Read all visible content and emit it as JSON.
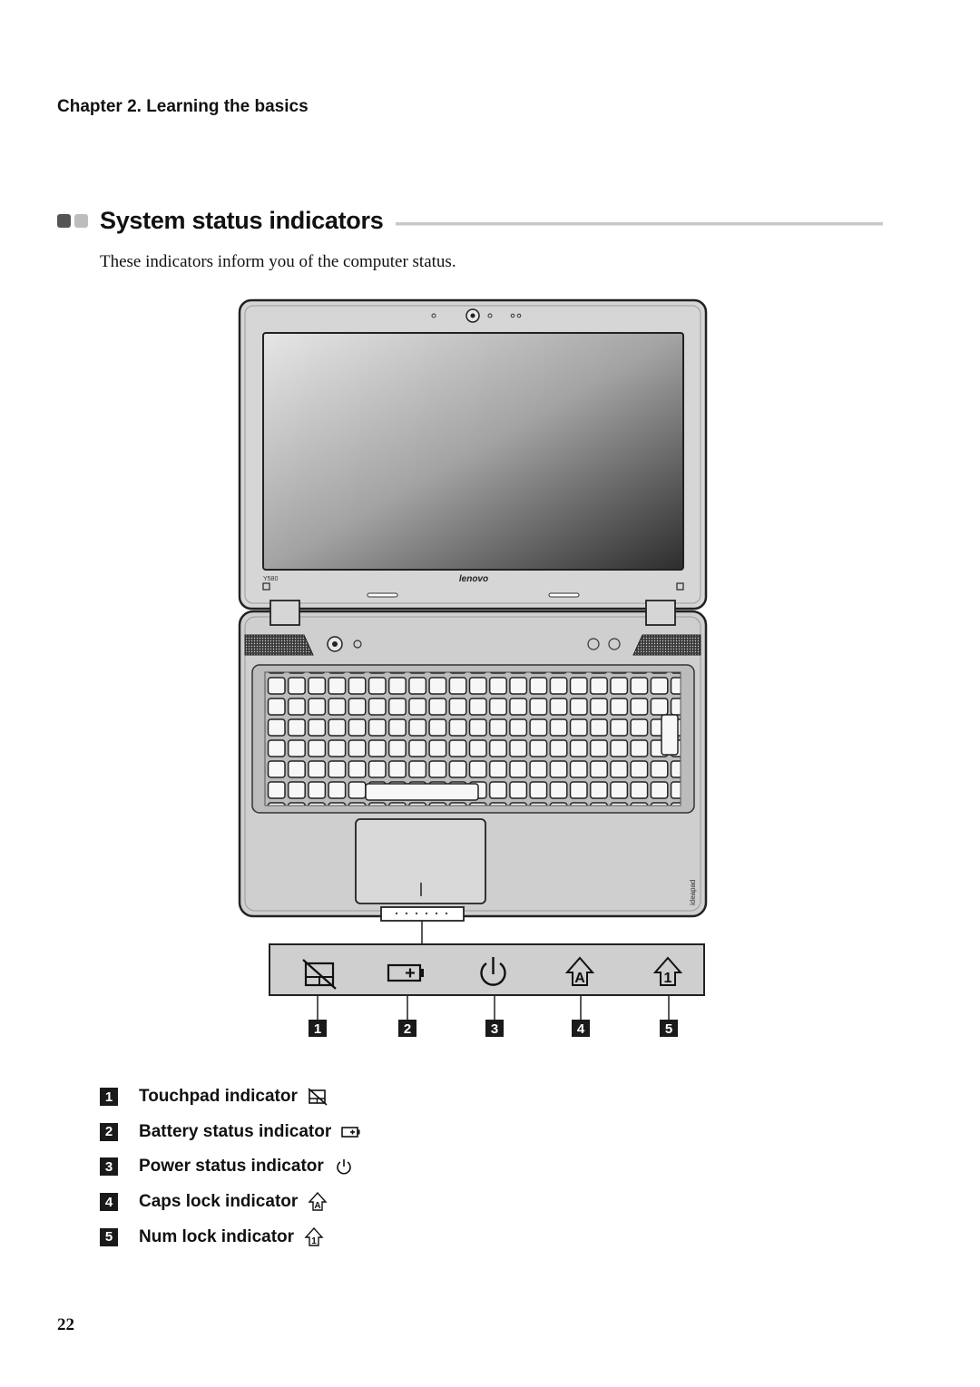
{
  "chapter_title": "Chapter 2. Learning the basics",
  "section": {
    "title": "System status indicators",
    "intro": "These indicators inform you of the computer status."
  },
  "figure": {
    "model_label": "Y580",
    "brand_label": "lenovo",
    "palmrest_label": "ideapad",
    "callout_numbers": [
      "1",
      "2",
      "3",
      "4",
      "5"
    ],
    "icons": [
      "touchpad-off-icon",
      "battery-icon",
      "power-icon",
      "caps-lock-icon",
      "num-lock-icon"
    ]
  },
  "indicators": [
    {
      "number": "1",
      "label": "Touchpad indicator",
      "icon": "touchpad-off-icon"
    },
    {
      "number": "2",
      "label": "Battery status indicator",
      "icon": "battery-icon"
    },
    {
      "number": "3",
      "label": "Power status indicator",
      "icon": "power-icon"
    },
    {
      "number": "4",
      "label": "Caps lock indicator",
      "icon": "caps-lock-icon"
    },
    {
      "number": "5",
      "label": "Num lock indicator",
      "icon": "num-lock-icon"
    }
  ],
  "page_number": "22"
}
